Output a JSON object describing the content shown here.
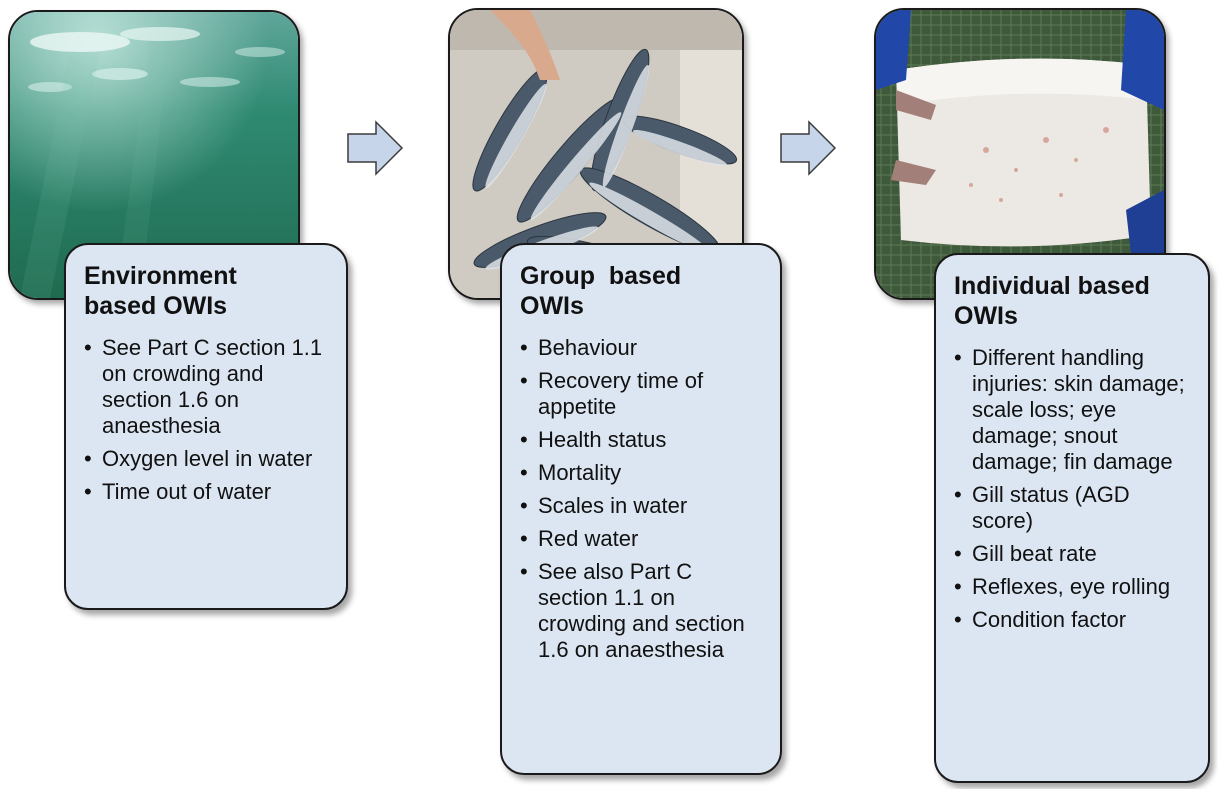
{
  "colors": {
    "card_fill": "#dce6f2",
    "card_border": "#1a1a1a",
    "arrow_fill": "#c6d5ea",
    "arrow_border": "#3c3c3c"
  },
  "panels": [
    {
      "image_name": "underwater-photo",
      "title": "Environment\nbased OWIs",
      "bullet_glyph": "•",
      "items": [
        "See Part C section 1.1 on crowding and section 1.6 on anaesthesia",
        "Oxygen level in water",
        "Time out of water"
      ]
    },
    {
      "image_name": "salmon-crate-photo",
      "title": "Group  based\nOWIs",
      "bullet_glyph": "•",
      "items": [
        "Behaviour",
        "Recovery time of appetite",
        "Health status",
        "Mortality",
        "Scales in water",
        "Red water",
        "See also Part C section 1.1 on crowding and section 1.6 on anaesthesia"
      ]
    },
    {
      "image_name": "fish-handling-photo",
      "title": "Individual based\nOWIs",
      "bullet_glyph": "•",
      "items": [
        "Different handling injuries: skin damage; scale loss; eye damage; snout damage; fin damage",
        "Gill status (AGD score)",
        "Gill beat rate",
        "Reflexes, eye rolling",
        "Condition factor"
      ]
    }
  ],
  "arrows": [
    {
      "icon": "right-arrow-icon"
    },
    {
      "icon": "right-arrow-icon"
    }
  ]
}
